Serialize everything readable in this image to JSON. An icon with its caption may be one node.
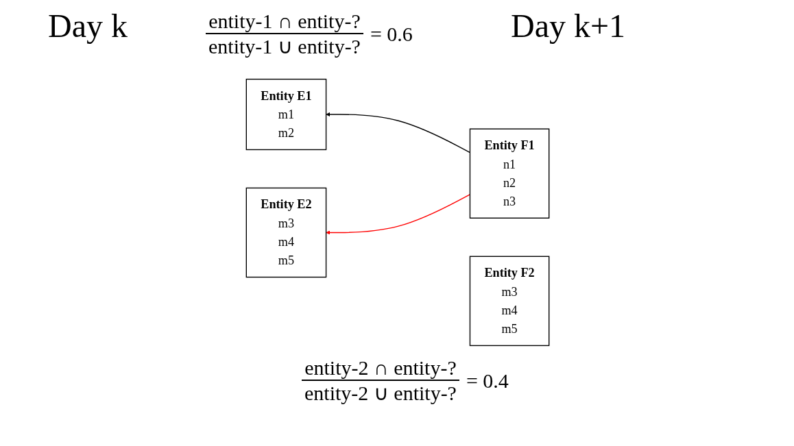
{
  "diagram": {
    "nodes": [
      {
        "text": [
          "Entity E1",
          "m1",
          "m2"
        ]
      },
      {
        "text": [
          "Entity E2",
          "m3",
          "m4",
          "m5"
        ]
      },
      {
        "text": [
          "Entity F1",
          "n1",
          "n2",
          "n3"
        ]
      },
      {
        "text": [
          "Entity F2",
          "m3",
          "m4",
          "m5"
        ]
      }
    ],
    "edges": [
      {
        "from": 2,
        "to": 0,
        "arrow": "to"
      },
      {
        "from": 2,
        "to": 1,
        "arrow": "to",
        "color": "#ff0000"
      }
    ],
    "labels": [
      "Day k",
      "entity-1 ∩ entity-?",
      "entity-1 ∪ entity-?",
      "= 0.6",
      "Day k+1",
      "entity-2 ∩ entity-?",
      "entity-2 ∪ entity-?",
      "= 0.4"
    ]
  }
}
